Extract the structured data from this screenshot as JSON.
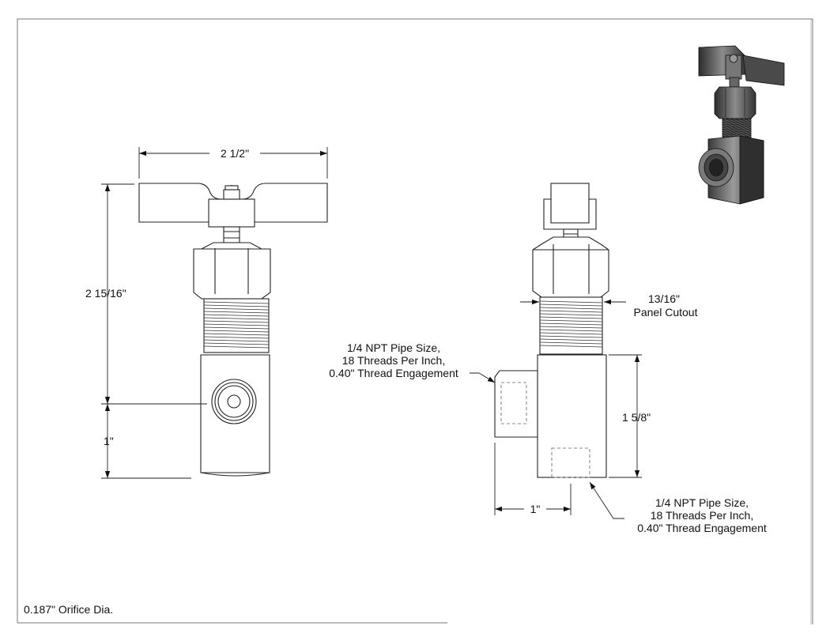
{
  "dimensions": {
    "handle_width": "2 1/2\"",
    "overall_height": "2 15/16\"",
    "port_to_bottom": "1\"",
    "body_height": "1 5/8\"",
    "side_port_offset": "1\"",
    "panel_cutout_size": "13/16\"",
    "panel_cutout_label": "Panel Cutout"
  },
  "side_port_note": {
    "line1": "1/4 NPT Pipe Size,",
    "line2": "18 Threads Per Inch,",
    "line3": "0.40\" Thread Engagement"
  },
  "bottom_port_note": {
    "line1": "1/4 NPT Pipe Size,",
    "line2": "18 Threads Per Inch,",
    "line3": "0.40\" Thread Engagement"
  },
  "footer_note": "0.187\" Orifice Dia."
}
